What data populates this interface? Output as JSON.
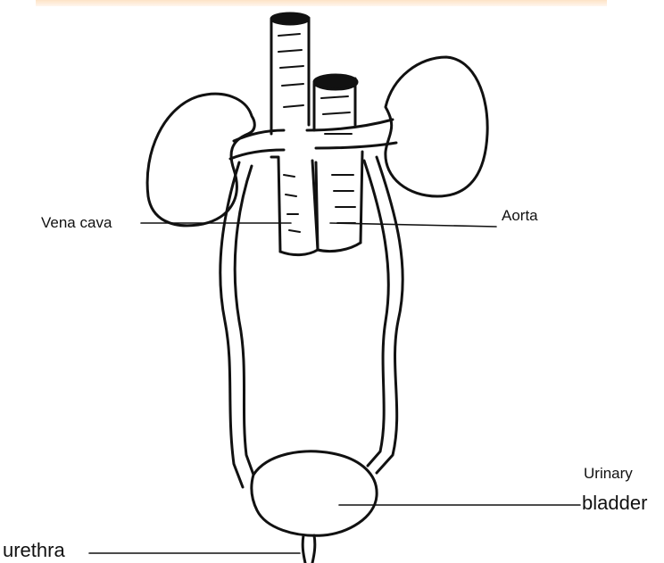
{
  "labels": {
    "vena_cava": "Vena cava",
    "aorta": "Aorta",
    "urinary": "Urinary",
    "bladder": "bladder",
    "urethra": "urethra"
  },
  "colors": {
    "ink": "#111111",
    "band": "#fde3c6",
    "background": "#ffffff"
  }
}
